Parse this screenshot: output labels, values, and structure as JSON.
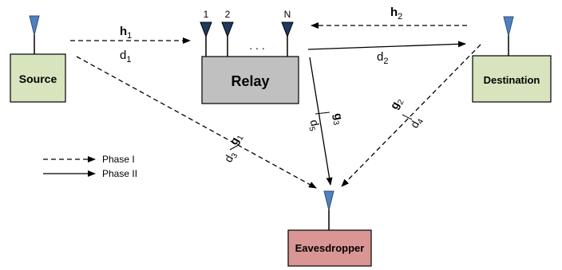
{
  "nodes": {
    "source": "Source",
    "relay": "Relay",
    "destination": "Destination",
    "eavesdropper": "Eavesdropper"
  },
  "relay_antennas": {
    "first": "1",
    "second": "2",
    "last": "N",
    "ellipsis": ". . ."
  },
  "links": {
    "h1": {
      "symbol": "h",
      "sub": "1"
    },
    "d1": {
      "symbol": "d",
      "sub": "1"
    },
    "h2": {
      "symbol": "h",
      "sub": "2"
    },
    "d2": {
      "symbol": "d",
      "sub": "2"
    },
    "g1": {
      "symbol": "g",
      "sub": "1"
    },
    "d3": {
      "symbol": "d",
      "sub": "3"
    },
    "g2": {
      "symbol": "g",
      "sub": "2"
    },
    "d4": {
      "symbol": "d",
      "sub": "4"
    },
    "g3": {
      "symbol": "g",
      "sub": "3"
    },
    "d5": {
      "symbol": "d",
      "sub": "5"
    }
  },
  "legend": {
    "phase1": "Phase I",
    "phase2": "Phase II"
  },
  "colors": {
    "source_fill": "#d7e4bd",
    "destination_fill": "#d7e4bd",
    "relay_fill": "#c0c0c0",
    "eavesdropper_fill": "#d99694",
    "antenna_blue": "#4f81bd",
    "antenna_dark": "#1f3a5f"
  }
}
